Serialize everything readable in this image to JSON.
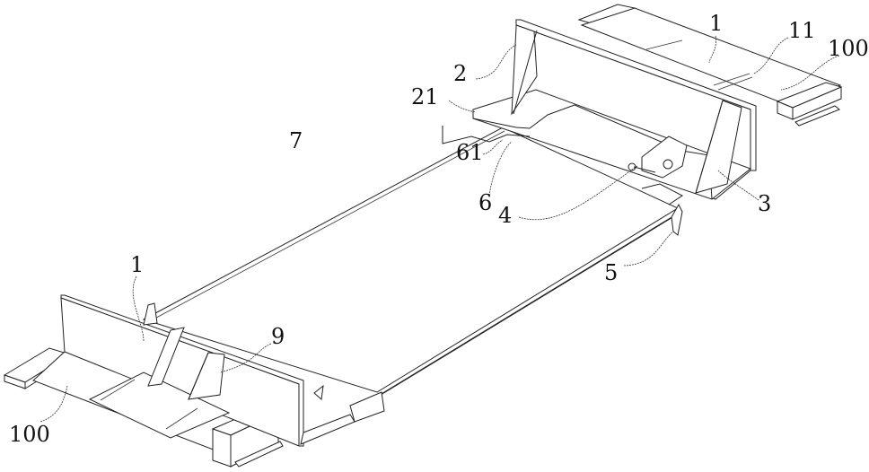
{
  "figure": {
    "type": "patent line drawing",
    "reference_labels": {
      "top_right_1": "1",
      "top_11": "11",
      "top_right_100": "100",
      "label_2": "2",
      "label_21": "21",
      "label_7": "7",
      "label_61": "61",
      "label_6": "6",
      "label_4": "4",
      "label_3": "3",
      "label_5": "5",
      "bottom_left_1": "1",
      "label_9": "9",
      "bottom_left_100": "100"
    }
  }
}
